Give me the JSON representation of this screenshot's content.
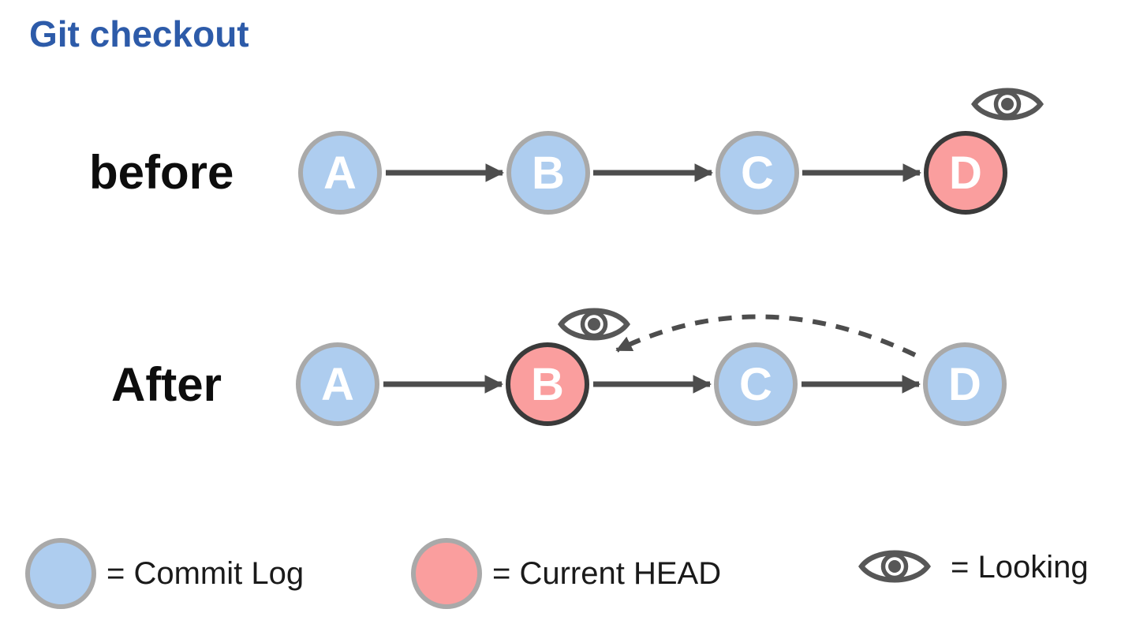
{
  "title": "Git checkout",
  "colors": {
    "title_text": "#2D5BA9",
    "commit_fill": "#AECDEF",
    "commit_border": "#A9A9A9",
    "head_fill": "#FA9E9E",
    "head_border": "#3A3A3A",
    "arrow": "#4D4D4D",
    "eye_icon": "#575757",
    "label_text": "#0d0d0d"
  },
  "rows": [
    {
      "label": "before",
      "commits": [
        {
          "label": "A",
          "type": "commit-log"
        },
        {
          "label": "B",
          "type": "commit-log"
        },
        {
          "label": "C",
          "type": "commit-log"
        },
        {
          "label": "D",
          "type": "current-head",
          "looking": true
        }
      ]
    },
    {
      "label": "After",
      "commits": [
        {
          "label": "A",
          "type": "commit-log"
        },
        {
          "label": "B",
          "type": "current-head",
          "looking": true
        },
        {
          "label": "C",
          "type": "commit-log"
        },
        {
          "label": "D",
          "type": "commit-log"
        }
      ],
      "checkout_move": {
        "from": "D",
        "to": "B",
        "style": "dashed-arrow"
      }
    }
  ],
  "legend": [
    {
      "symbol": "commit-log-circle",
      "label": "= Commit Log"
    },
    {
      "symbol": "current-head-circle",
      "label": "= Current HEAD"
    },
    {
      "symbol": "eye-icon",
      "label": "= Looking"
    }
  ]
}
